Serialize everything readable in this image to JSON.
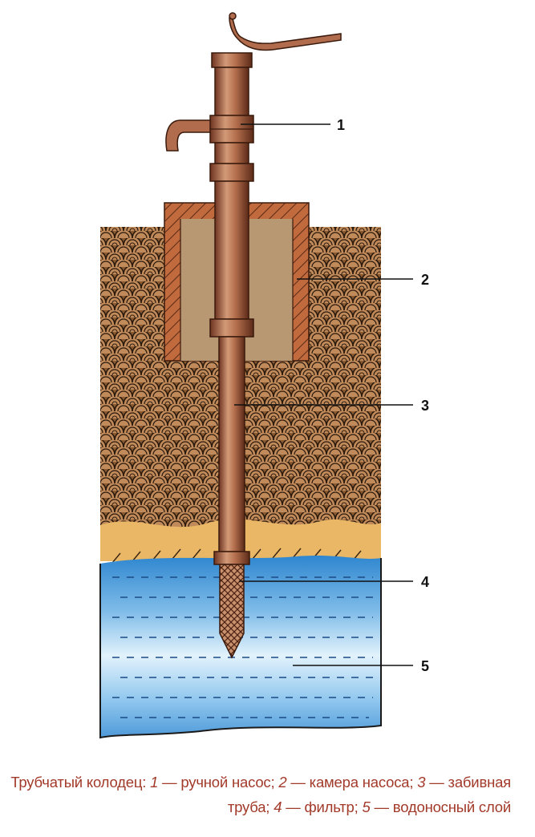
{
  "labels": [
    {
      "id": "1",
      "name": "hand-pump-callout"
    },
    {
      "id": "2",
      "name": "pump-chamber-callout"
    },
    {
      "id": "3",
      "name": "driven-pipe-callout"
    },
    {
      "id": "4",
      "name": "filter-callout"
    },
    {
      "id": "5",
      "name": "aquifer-callout"
    }
  ],
  "caption": {
    "title": "Трубчатый колодец:",
    "items": [
      {
        "num": "1",
        "text": "— ручной насос;"
      },
      {
        "num": "2",
        "text": "— камера насоса;"
      },
      {
        "num": "3",
        "text": "— забивная труба;"
      },
      {
        "num": "4",
        "text": "— фильтр;"
      },
      {
        "num": "5",
        "text": "— водоносный слой"
      }
    ]
  },
  "colors": {
    "soil": "#8a5a32",
    "soil_scale": "#2b1a0c",
    "sand": "#e9b765",
    "water_top": "#3d8fd1",
    "water_light": "#d6ecfa",
    "pipe": "#b06c4c",
    "pipe_dark": "#5b2a18",
    "chamber_wall": "#b6633a",
    "chamber_fill": "#b89873",
    "caption": "#a23a2a"
  }
}
